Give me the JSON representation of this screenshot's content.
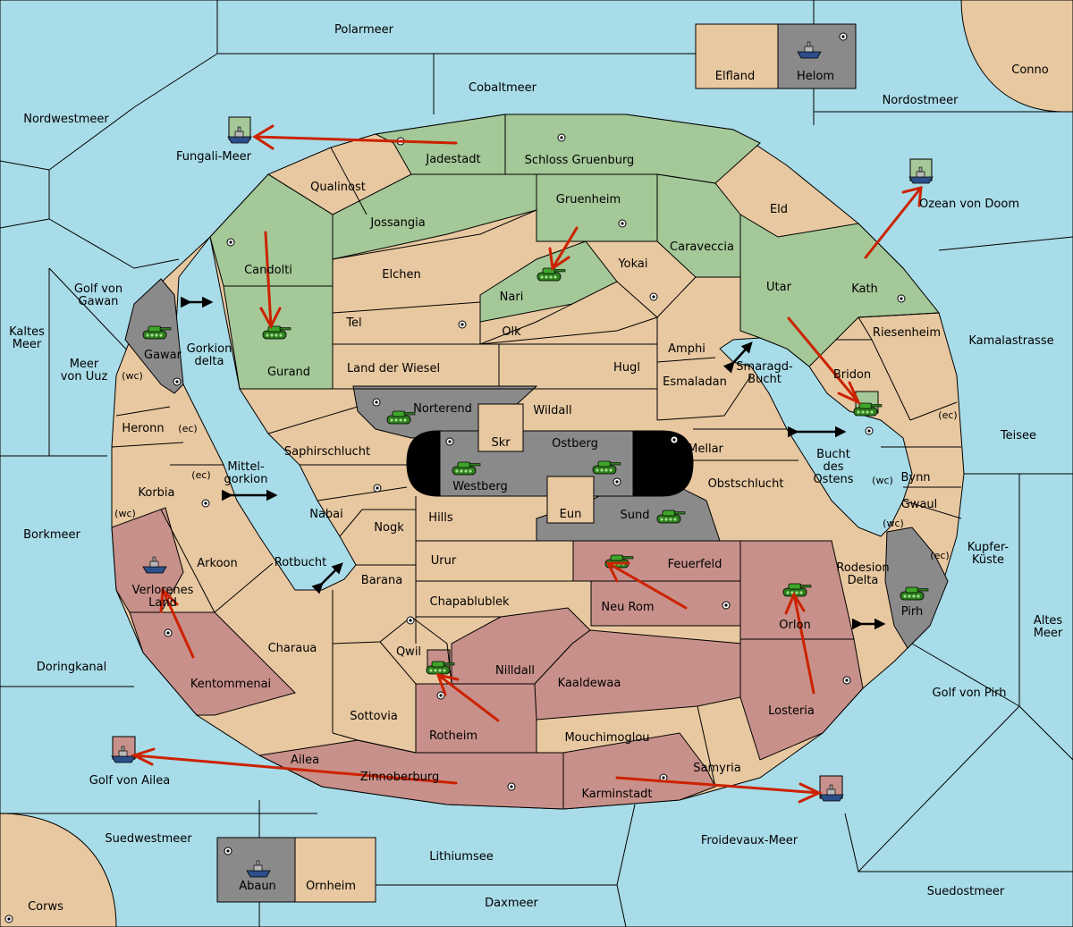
{
  "colors": {
    "sea": "#a8dce8",
    "neutral": "#e8c8a0",
    "green_power": "#a4c898",
    "gray_power": "#8a8a8a",
    "red_power": "#c8908a",
    "order_arrow": "#cc2200"
  },
  "icons": {
    "army": "tank-icon",
    "fleet": "ship-icon",
    "supply_center": "supply-center-icon",
    "convoy": "double-arrow-icon"
  },
  "labels": {
    "polarmeer": "Polarmeer",
    "elfland": "Elfland",
    "helom": "Helom",
    "conno": "Conno",
    "cobaltmeer": "Cobaltmeer",
    "nordostmeer": "Nordostmeer",
    "nordwestmeer": "Nordwestmeer",
    "fungali": "Fungali-Meer",
    "jadestadt": "Jadestadt",
    "schloss": "Schloss Gruenburg",
    "qualinost": "Qualinost",
    "jossangia": "Jossangia",
    "gruenheim": "Gruenheim",
    "eld": "Eld",
    "ozean": "Ozean von Doom",
    "candolti": "Candolti",
    "caraveccia": "Caraveccia",
    "elchen": "Elchen",
    "yokai": "Yokai",
    "golf_gawan": "Golf von\nGawan",
    "utar": "Utar",
    "kath": "Kath",
    "nari": "Nari",
    "kaltes": "Kaltes\nMeer",
    "tel": "Tel",
    "olk": "Olk",
    "riesenheim": "Riesenheim",
    "kamalastrasse": "Kamalastrasse",
    "gawar": "Gawar",
    "gorkion": "Gorkion\ndelta",
    "amphi": "Amphi",
    "meer_uuz": "Meer\nvon Uuz",
    "gawar_wc": "(wc)",
    "gurand": "Gurand",
    "land_wiesel": "Land der Wiesel",
    "hugl": "Hugl",
    "smaragd": "Smaragd-\nBucht",
    "bridon": "Bridon",
    "esmaladan": "Esmaladan",
    "norterend": "Norterend",
    "wildall": "Wildall",
    "heronn": "Heronn",
    "heronn_ec": "(ec)",
    "teisee": "Teisee",
    "teisee_ec": "(ec)",
    "skr": "Skr",
    "ostberg": "Ostberg",
    "mellar": "Mellar",
    "saphir": "Saphirschlucht",
    "bucht_ostens": "Bucht\ndes\nOstens",
    "mittel": "Mittel-\ngorkion",
    "korbia_ec": "(ec)",
    "westberg": "Westberg",
    "bynn": "Bynn",
    "bynn_wc": "(wc)",
    "obst": "Obstschlucht",
    "korbia": "Korbia",
    "gwaul": "Gwaul",
    "korbia_wc": "(wc)",
    "nabai": "Nabai",
    "hills": "Hills",
    "eun": "Eun",
    "sund": "Sund",
    "pirh_wc": "(wc)",
    "kupfer": "Kupfer-\nKüste",
    "borkmeer": "Borkmeer",
    "nogk": "Nogk",
    "urur": "Urur",
    "feuerfeld": "Feuerfeld",
    "pirh_ec": "(ec)",
    "arkoon": "Arkoon",
    "rotbucht": "Rotbucht",
    "rodesion": "Rodesion\nDelta",
    "verlorenes": "Verlorenes\nLand",
    "barana": "Barana",
    "chapablublek": "Chapablublek",
    "neu_rom": "Neu Rom",
    "pirh": "Pirh",
    "altes": "Altes\nMeer",
    "orlon": "Orlon",
    "charaua": "Charaua",
    "qwil": "Qwil",
    "doringkanal": "Doringkanal",
    "nilldall": "Nilldall",
    "kentommenai": "Kentommenai",
    "kaaldewaa": "Kaaldewaa",
    "golf_pirh": "Golf von Pirh",
    "losteria": "Losteria",
    "sottovia": "Sottovia",
    "rotheim": "Rotheim",
    "mouchimoglou": "Mouchimoglou",
    "ailea": "Ailea",
    "samyria": "Samyria",
    "golf_ailea": "Golf von Ailea",
    "zinnoberburg": "Zinnoberburg",
    "karminstadt": "Karminstadt",
    "suedwestmeer": "Suedwestmeer",
    "froidevaux": "Froidevaux-Meer",
    "lithiumsee": "Lithiumsee",
    "abaun": "Abaun",
    "ornheim": "Ornheim",
    "suedostmeer": "Suedostmeer",
    "daxmeer": "Daxmeer",
    "corws": "Corws"
  }
}
